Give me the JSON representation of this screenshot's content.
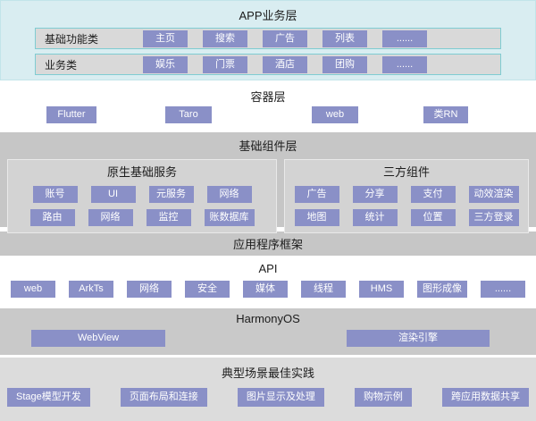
{
  "colors": {
    "chip_bg": "#8a90c7",
    "chip_text": "#ffffff",
    "app_layer_bg": "#d9edf1",
    "app_row_border": "#7fccd2",
    "app_row_bg": "#d9d9d9",
    "section_gray": "#c6c6c6",
    "inner_box_gray": "#d3d3d3",
    "os_layer_bg": "#c9c9c9",
    "practice_layer_bg": "#dcdcdc"
  },
  "app_layer": {
    "title": "APP业务层",
    "rows": [
      {
        "label": "基础功能类",
        "buttons": [
          "主页",
          "搜索",
          "广告",
          "列表",
          "......"
        ]
      },
      {
        "label": "业务类",
        "buttons": [
          "娱乐",
          "门票",
          "酒店",
          "团购",
          "......"
        ]
      }
    ]
  },
  "container_layer": {
    "title": "容器层",
    "buttons": [
      "Flutter",
      "Taro",
      "web",
      "类RN"
    ]
  },
  "component_layer": {
    "title": "基础组件层",
    "native_box": {
      "title": "原生基础服务",
      "row1": [
        "账号",
        "UI",
        "元服务",
        "网络"
      ],
      "row2": [
        "路由",
        "网络",
        "监控",
        "账数据库"
      ]
    },
    "third_party_box": {
      "title": "三方组件",
      "row1": [
        "广告",
        "分享",
        "支付",
        "动效渲染"
      ],
      "row2": [
        "地图",
        "统计",
        "位置",
        "三方登录"
      ]
    }
  },
  "framework_layer": {
    "title": "应用程序框架"
  },
  "api_layer": {
    "title": "API",
    "buttons": [
      "web",
      "ArkTs",
      "网络",
      "安全",
      "媒体",
      "线程",
      "HMS",
      "图形成像",
      "......"
    ]
  },
  "os_layer": {
    "title": "HarmonyOS",
    "buttons": [
      "WebView",
      "渲染引擎"
    ]
  },
  "practice_layer": {
    "title": "典型场景最佳实践",
    "buttons": [
      "Stage模型开发",
      "页面布局和连接",
      "图片显示及处理",
      "购物示例",
      "跨应用数据共享"
    ]
  }
}
